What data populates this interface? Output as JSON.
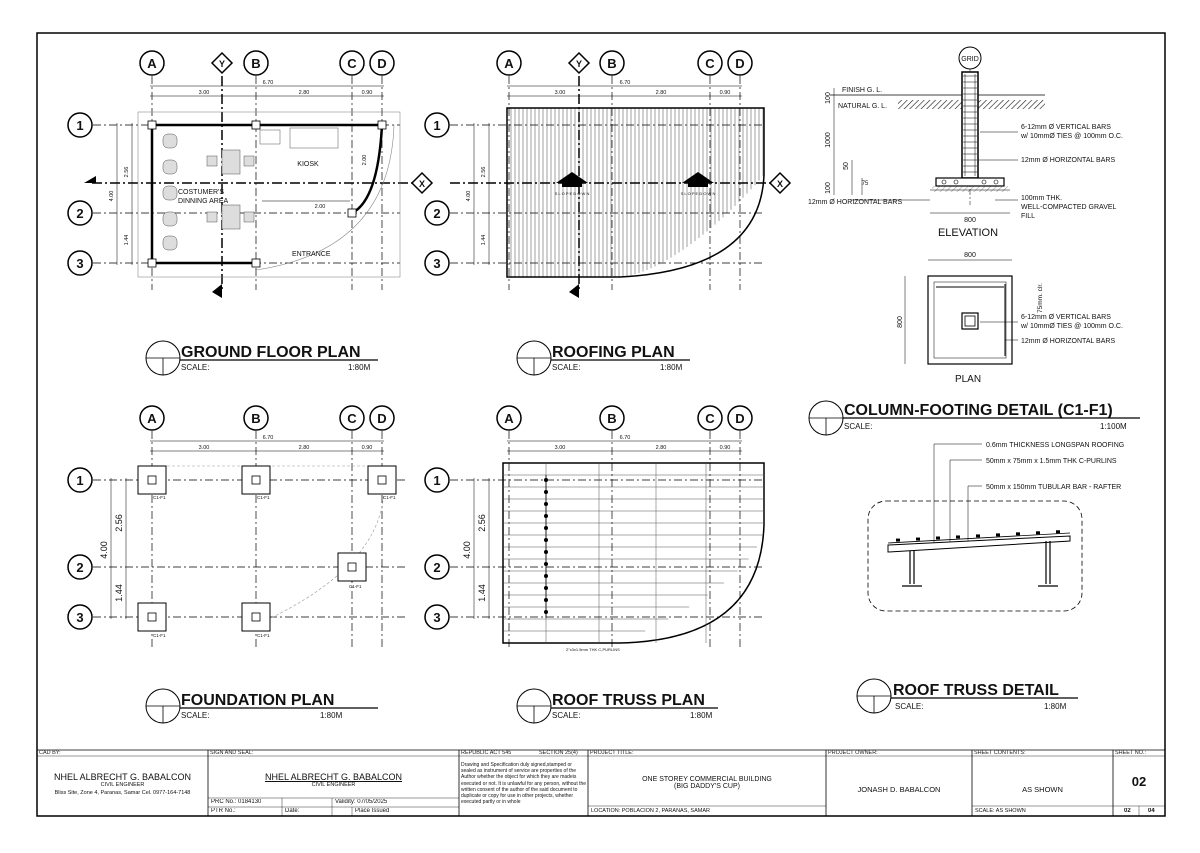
{
  "grid_labels": {
    "a": "A",
    "b": "B",
    "c": "C",
    "d": "D",
    "y": "Y",
    "x": "X",
    "r1": "1",
    "r2": "2",
    "r3": "3",
    "grid": "GRID"
  },
  "dims": {
    "overall": "6.70",
    "ab": "3.00",
    "bc": "2.80",
    "cd": "0.90",
    "r12": "2.56",
    "r23": "1.44",
    "r13": "4.00",
    "kiosk_w": "2.00",
    "kiosk_h": "2.00"
  },
  "ground_floor": {
    "title": "GROUND FLOOR PLAN",
    "scale_label": "SCALE:",
    "scale": "1:80M",
    "kiosk": "KIOSK",
    "dining_1": "COSTUMER'S",
    "dining_2": "DINNING AREA",
    "entrance": "ENTRANCE"
  },
  "roofing": {
    "title": "ROOFING PLAN",
    "scale_label": "SCALE:",
    "scale": "1:80M",
    "slope": "S L O P E   D O W N"
  },
  "foundation": {
    "title": "FOUNDATION PLAN",
    "scale_label": "SCALE:",
    "scale": "1:80M",
    "tag": "C1-F1"
  },
  "roof_truss_plan": {
    "title": "ROOF TRUSS PLAN",
    "scale_label": "SCALE:",
    "scale": "1:80M",
    "purlin_note": "2\"x3x1.5mm THK C-PURLINS"
  },
  "column_footing": {
    "title": "COLUMN-FOOTING DETAIL (C1-F1)",
    "scale_label": "SCALE:",
    "scale": "1:100M",
    "finish_gl": "FINISH G. L.",
    "natural_gl": "NATURAL G. L.",
    "d100": "100",
    "d1000": "1000",
    "d50": "50",
    "d75": "75",
    "d100b": "100",
    "d800": "800",
    "vbars_1": "6-12mm Ø VERTICAL BARS",
    "vbars_2": "w/ 10mmØ TIES @ 100mm O.C.",
    "hbars": "12mm Ø HORIZONTAL BARS",
    "hbars_left": "12mm Ø HORIZONTAL BARS",
    "gravel_1": "100mm THK.",
    "gravel_2": "WELL-COMPACTED GRAVEL",
    "gravel_3": "FILL",
    "elevation": "ELEVATION",
    "plan": "PLAN",
    "plan_w": "800",
    "plan_h": "800",
    "clr": "75mm. clr.",
    "p_vbars_1": "6-12mm Ø VERTICAL BARS",
    "p_vbars_2": "w/ 10mmØ TIES @ 100mm O.C.",
    "p_hbars": "12mm Ø HORIZONTAL BARS"
  },
  "roof_truss_detail": {
    "title": "ROOF TRUSS DETAIL",
    "scale_label": "SCALE:",
    "scale": "1:80M",
    "note1": "0.6mm THICKNESS LONGSPAN ROOFING",
    "note2": "50mm x 75mm x 1.5mm THK C-PURLINS",
    "note3": "50mm x 150mm TUBULAR BAR - RAFTER"
  },
  "title_block": {
    "cad_by_label": "CAD BY:",
    "cad_name": "NHEL ALBRECHT G. BABALCON",
    "cad_role": "CIVIL ENGINEER",
    "cad_addr": "Bliss Site, Zone 4, Paranas, Samar    Cel. 0977-164-7148",
    "sign_label": "SIGN AND SEAL:",
    "sign_name": "NHEL ALBRECHT G. BABALCON",
    "sign_role": "CIVIL ENGINEER",
    "prc_label": "PRC No.:",
    "prc_no": "0184130",
    "validity": "Validity: 07/05/2025",
    "ptr_label": "PTR No.:",
    "date_label": "Date:",
    "place_label": "Place Issued",
    "ra_label": "REPUBLIC ACT 545",
    "section_label": "SECTION 25(4)",
    "ra_text": "Drawing and Specification duly signed,stamped or sealed as instrument of service are properties of the Author whether the object for which they are madeis executed or not. It is unlawful for any person, without the written consent of the author of the said document to duplicate or copy for use in other projects, whether executed partly or in whole",
    "project_label": "PROJECT TITLE:",
    "project_1": "ONE STOREY COMMERCIAL BUILDING",
    "project_2": "(BIG DADDY'S CUP)",
    "location": "LOCATION: POBLACION 2, PARANAS, SAMAR",
    "owner_label": "PROJECT OWNER:",
    "owner": "JONASH D. BABALCON",
    "contents_label": "SHEET CONTENTS:",
    "contents": "AS SHOWN",
    "scale_shown": "SCALE: AS SHOWN",
    "sheet_label": "SHEET NO.:",
    "sheet_no": "02",
    "sheet_of_a": "02",
    "sheet_of_b": "04"
  }
}
